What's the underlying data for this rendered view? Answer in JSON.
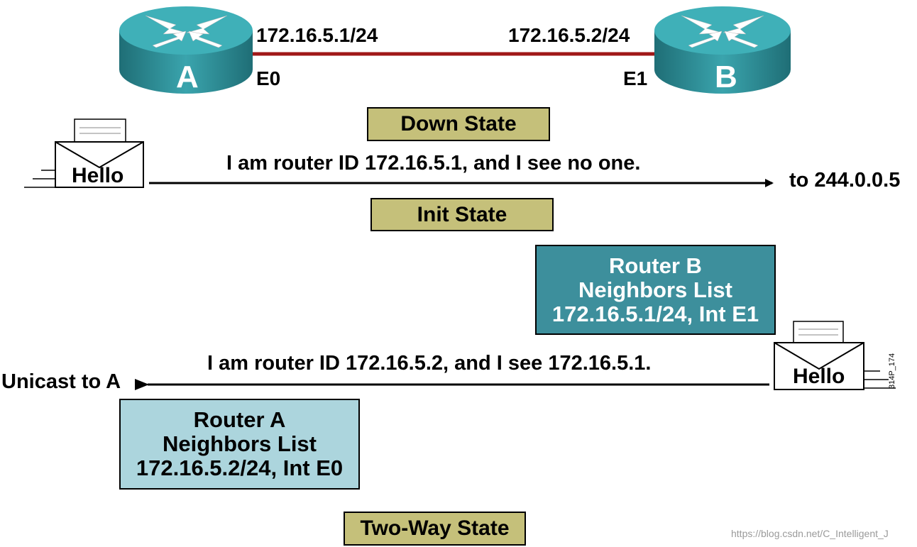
{
  "routers": {
    "a": {
      "letter": "A",
      "ip": "172.16.5.1/24",
      "interface": "E0"
    },
    "b": {
      "letter": "B",
      "ip": "172.16.5.2/24",
      "interface": "E1"
    }
  },
  "states": {
    "down": "Down State",
    "init": "Init State",
    "two_way": "Two-Way State"
  },
  "hello_label": "Hello",
  "messages": {
    "from_a": "I am router ID 172.16.5.1, and I see no one.",
    "from_a_dest": "to 244.0.0.5",
    "from_b": "I am router ID 172.16.5.2, and I see 172.16.5.1.",
    "from_b_dest": "Unicast to A"
  },
  "neighbor_lists": {
    "b": {
      "line1": "Router B",
      "line2": "Neighbors List",
      "line3": "172.16.5.1/24, Int E1"
    },
    "a": {
      "line1": "Router A",
      "line2": "Neighbors List",
      "line3": "172.16.5.2/24, Int E0"
    }
  },
  "figure_code": "314P_174",
  "watermark": "https://blog.csdn.net/C_Intelligent_J",
  "colors": {
    "state_box": "#c5c07a",
    "router_body": "#2c8c95",
    "link": "#a01818",
    "neighbors_b": "#3d8f9c",
    "neighbors_a": "#acd5dd"
  }
}
